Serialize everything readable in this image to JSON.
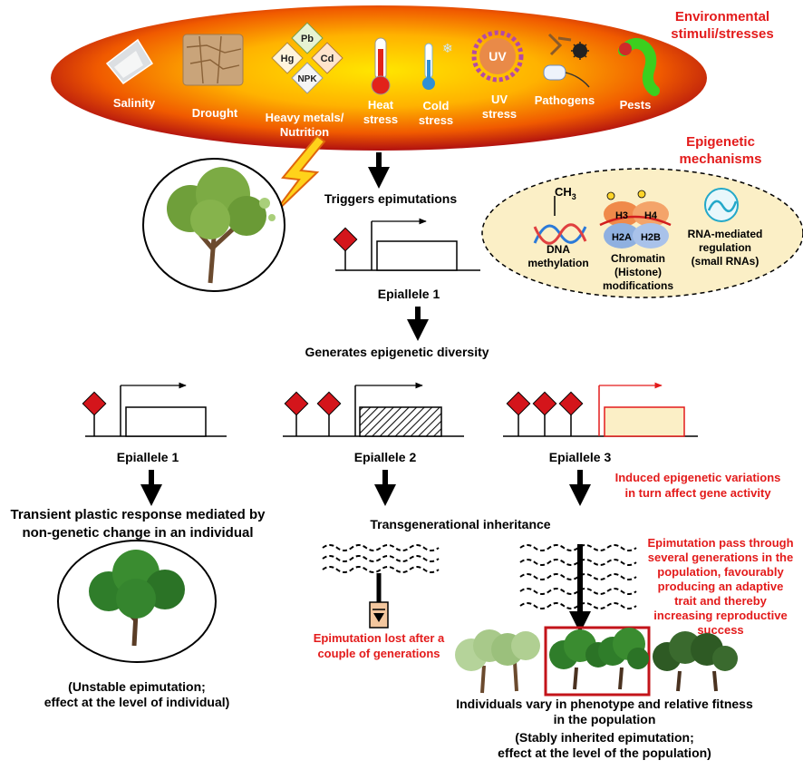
{
  "header": {
    "environmental_title_l1": "Environmental",
    "environmental_title_l2": "stimuli/stresses",
    "epigenetic_title_l1": "Epigenetic",
    "epigenetic_title_l2": "mechanisms"
  },
  "stresses": {
    "salinity": "Salinity",
    "drought": "Drought",
    "heavy_l1": "Heavy metals/",
    "heavy_l2": "Nutrition",
    "heat_l1": "Heat",
    "heat_l2": "stress",
    "cold_l1": "Cold",
    "cold_l2": "stress",
    "uv_l1": "UV",
    "uv_l2": "stress",
    "uv_badge": "UV",
    "pathogens": "Pathogens",
    "pests": "Pests",
    "metals": {
      "pb": "Pb",
      "hg": "Hg",
      "cd": "Cd",
      "npk": "NPK"
    }
  },
  "mechanisms": {
    "ch3": "CH",
    "ch3_sub": "3",
    "dna_l1": "DNA",
    "dna_l2": "methylation",
    "chrom_l1": "Chromatin",
    "chrom_l2": "(Histone)",
    "chrom_l3": "modifications",
    "rna_l1": "RNA-mediated",
    "rna_l2": "regulation",
    "rna_l3": "(small RNAs)",
    "histones": {
      "h3": "H3",
      "h4": "H4",
      "h2a": "H2A",
      "h2b": "H2B"
    }
  },
  "flow": {
    "triggers": "Triggers epimutations",
    "epiallele_top": "Epiallele 1",
    "generates": "Generates epigenetic diversity",
    "epiallele1": "Epiallele 1",
    "epiallele2": "Epiallele 2",
    "epiallele3": "Epiallele 3",
    "induced_l1": "Induced epigenetic variations",
    "induced_l2": "in turn affect gene activity",
    "transient_l1": "Transient plastic response mediated by",
    "transient_l2": "non-genetic change in an individual",
    "transgen": "Transgenerational inheritance",
    "lost_l1": "Epimutation  lost after a",
    "lost_l2": "couple of generations",
    "pass_l1": "Epimutation  pass through",
    "pass_l2": "several generations in the",
    "pass_l3": "population, favourably",
    "pass_l4": "producing an adaptive",
    "pass_l5": "trait and thereby",
    "pass_l6": "increasing reproductive",
    "pass_l7": "success",
    "unstable_l1": "(Unstable epimutation;",
    "unstable_l2": "effect at the level of individual)",
    "vary_l1": "Individuals vary in phenotype and relative fitness",
    "vary_l2": "in the population",
    "stable_l1": "(Stably inherited epimutation;",
    "stable_l2": "effect at the level of the population)"
  },
  "colors": {
    "red_text": "#e31b1b",
    "epigenetic_panel": "#fbefc6",
    "marker": "#d4151b",
    "tree_green": "#2f7d2a",
    "light_tree": "#a8c98a",
    "dark_tree": "#2e5a24"
  }
}
